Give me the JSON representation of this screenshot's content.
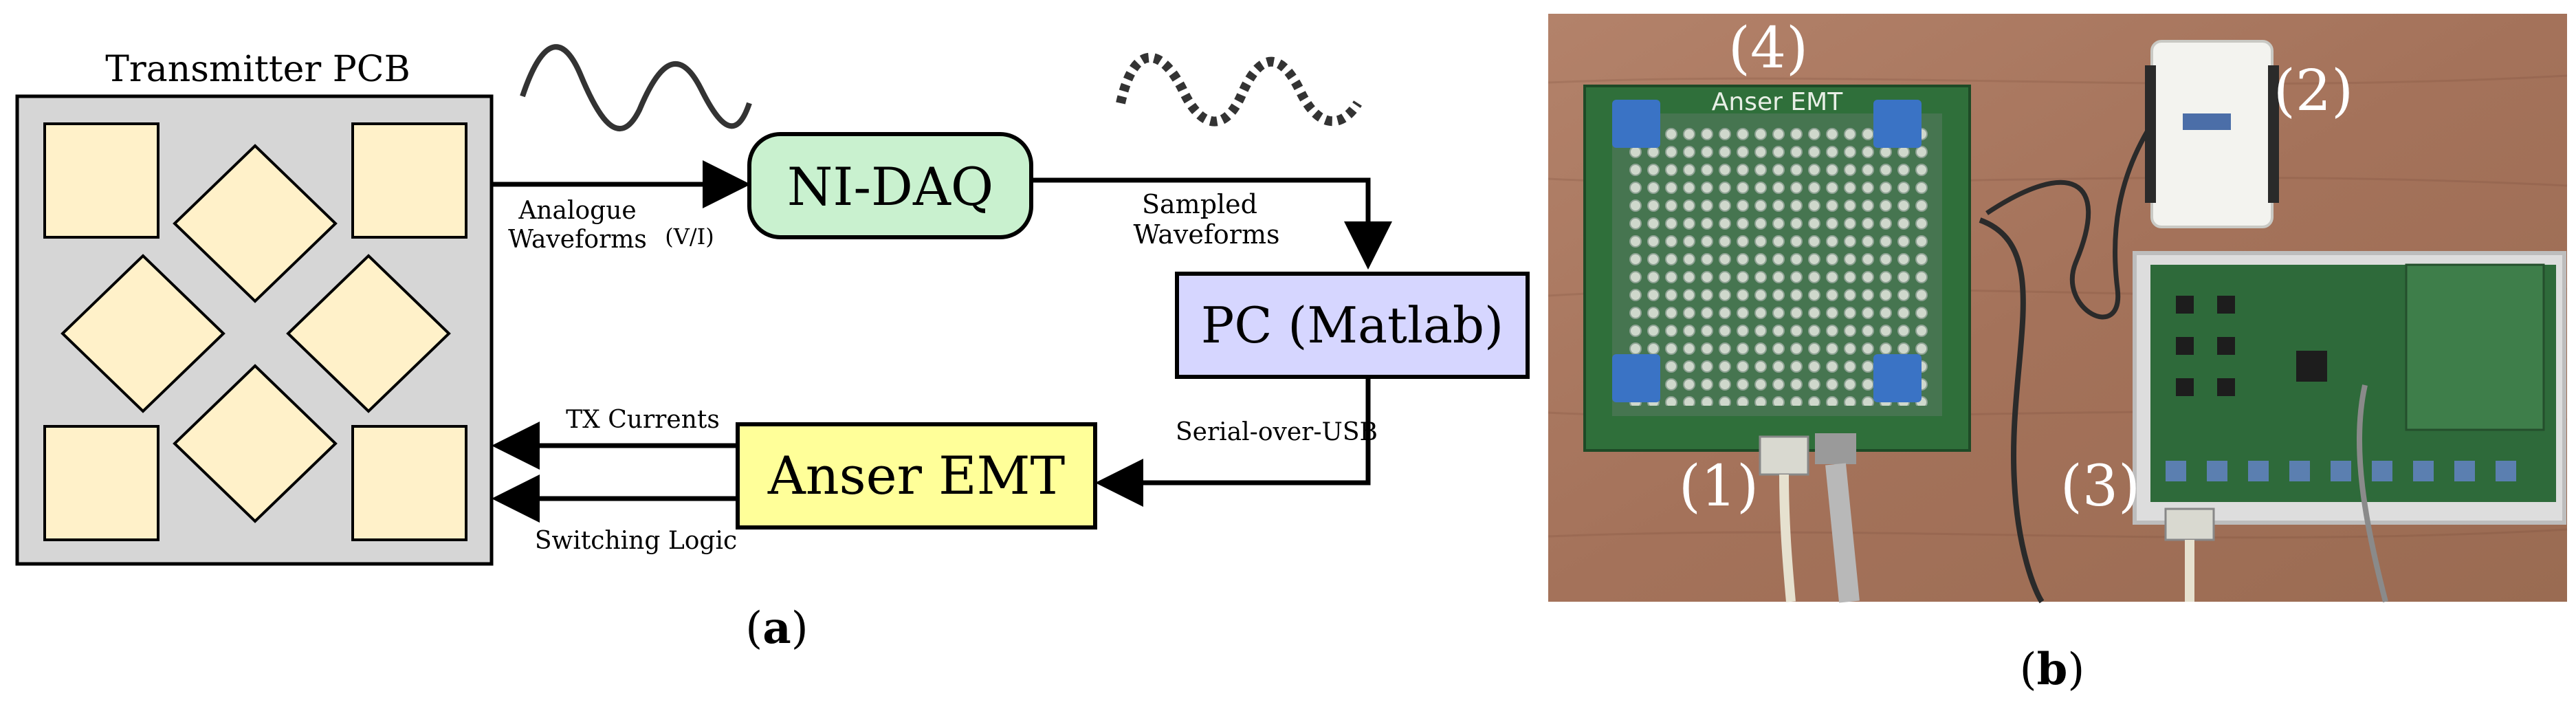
{
  "diagram": {
    "transmitter_title": "Transmitter PCB",
    "nidaq_label": "NI-DAQ",
    "pc_label": "PC (Matlab)",
    "anser_label": "Anser EMT",
    "analogue_line1": "Analogue",
    "analogue_line2": "Waveforms",
    "vi_label": "(V/I)",
    "sampled_line1": "Sampled",
    "sampled_line2": "Waveforms",
    "serial_label": "Serial-over-USB",
    "tx_currents_label": "TX Currents",
    "switching_label": "Switching Logic",
    "caption": "(a)",
    "caption_letter": "a"
  },
  "photo": {
    "board_title": "Anser EMT",
    "marker_1": "(1)",
    "marker_2": "(2)",
    "marker_3": "(3)",
    "marker_4": "(4)",
    "caption": "(b)",
    "caption_letter": "b"
  },
  "colors": {
    "pcb_bg": "#d6d6d6",
    "coil_fill": "#fff1c9",
    "nidaq_fill": "#c9f1cf",
    "pc_fill": "#d6d6ff",
    "anser_fill": "#ffff99",
    "wood": "#a8765a",
    "board_green": "#2f6f3a"
  }
}
